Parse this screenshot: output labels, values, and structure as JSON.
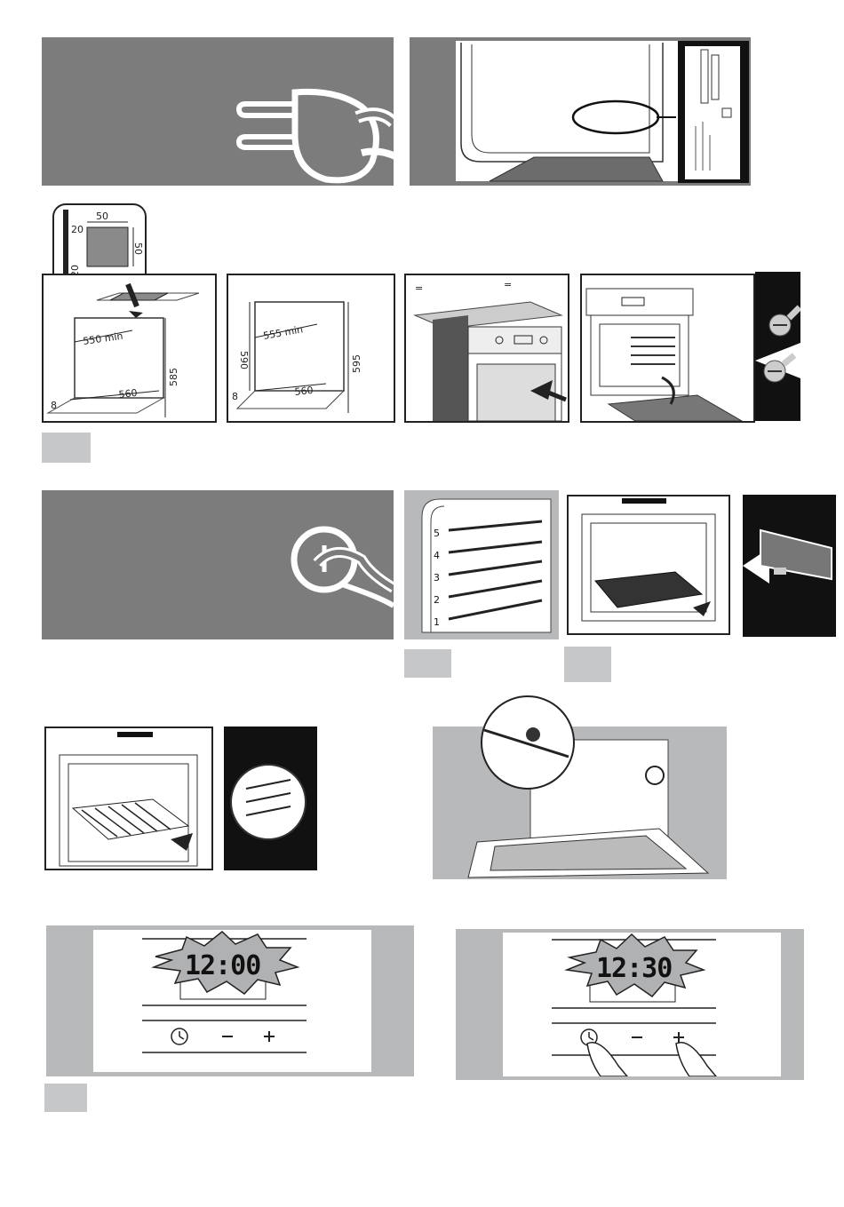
{
  "niche_dimensions": {
    "detail_width": "50",
    "detail_height": "50",
    "detail_offset_top": "20",
    "detail_offset_left": "20",
    "under_counter": {
      "min_depth": "550 min",
      "width": "560",
      "height": "585",
      "base": "8"
    },
    "column": {
      "min_depth": "555 min",
      "width": "560",
      "height": "595",
      "inner": "590",
      "base": "8"
    }
  },
  "alignment_marks": {
    "left": "=",
    "right": "="
  },
  "shelf_levels": [
    "5",
    "4",
    "3",
    "2",
    "1"
  ],
  "clock_displays": {
    "before": "12:00",
    "after": "12:30"
  },
  "icons": {
    "plug": "plug-icon",
    "power_button": "power-button-icon",
    "clock": "clock-icon",
    "minus": "minus-icon",
    "plus": "plus-icon",
    "screw": "screw-icon"
  }
}
